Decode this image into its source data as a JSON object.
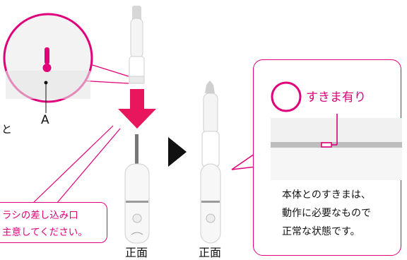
{
  "zoom_marker_label": "A",
  "callout_left": {
    "line1": "ラシの差し込み口",
    "line2": "主意してください。"
  },
  "callout_right": {
    "heading": "すきま有り",
    "body": [
      "本体とのすきまは、",
      "動作に必要なもので",
      "正常な状態です。"
    ]
  },
  "front_labels": [
    "正面",
    "正面"
  ],
  "edge_fragment": "と",
  "colors": {
    "accent": "#e0007a",
    "arrow": "#e8175d",
    "play": "#111111"
  }
}
